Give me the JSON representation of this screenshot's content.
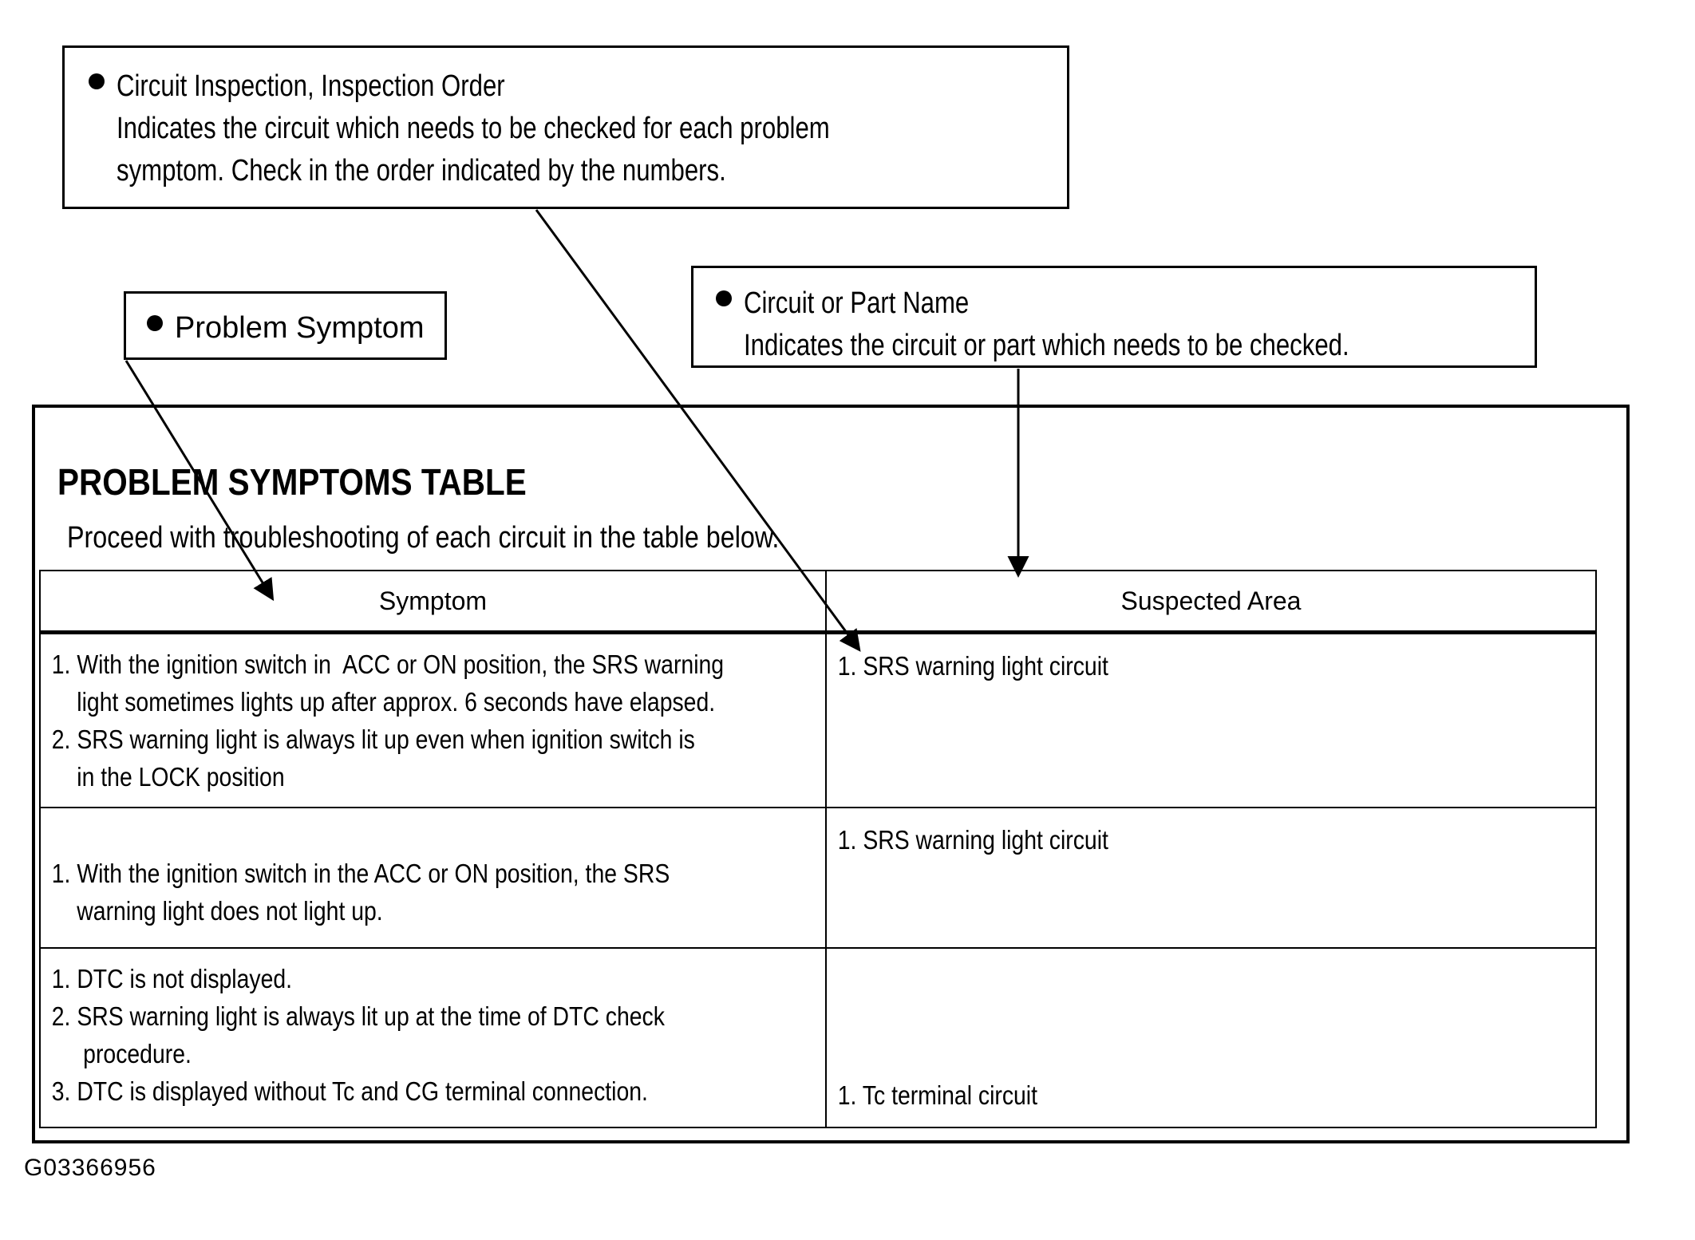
{
  "callouts": [
    {
      "id": "inspection-order",
      "bullet_title": "Circuit Inspection, Inspection Order",
      "lines": [
        "Indicates the circuit which needs to be checked for each problem",
        "symptom. Check in the order indicated by the numbers."
      ]
    },
    {
      "id": "problem-symptom",
      "bullet_title": "Problem Symptom",
      "lines": []
    },
    {
      "id": "circuit-part-name",
      "bullet_title": "Circuit or Part Name",
      "lines": [
        "Indicates the circuit or part which needs to be checked."
      ]
    }
  ],
  "panel": {
    "title": "PROBLEM SYMPTOMS TABLE",
    "subtitle": "Proceed with troubleshooting of each circuit in the table below."
  },
  "table": {
    "headers": [
      "Symptom",
      "Suspected Area"
    ],
    "rows": [
      {
        "symptom_lines": [
          "1. With the ignition switch in  ACC or ON position, the SRS warning",
          "    light sometimes lights up after approx. 6 seconds have elapsed.",
          "2. SRS warning light is always lit up even when ignition switch is",
          "    in the LOCK position"
        ],
        "suspected_lines": [
          "1. SRS warning light circuit"
        ]
      },
      {
        "symptom_lines": [
          "1. With the ignition switch in the ACC or ON position, the SRS",
          "    warning light does not light up."
        ],
        "suspected_lines": [
          "1. SRS warning light circuit"
        ]
      },
      {
        "symptom_lines": [
          "1. DTC is not displayed.",
          "2. SRS warning light is always lit up at the time of DTC check",
          "     procedure.",
          "3. DTC is displayed without Tc and CG terminal connection."
        ],
        "suspected_lines": [
          "1. Tc terminal circuit"
        ]
      }
    ]
  },
  "footer": {
    "code": "G03366956"
  },
  "colors": {
    "ink": "#000000",
    "paper": "#ffffff"
  }
}
